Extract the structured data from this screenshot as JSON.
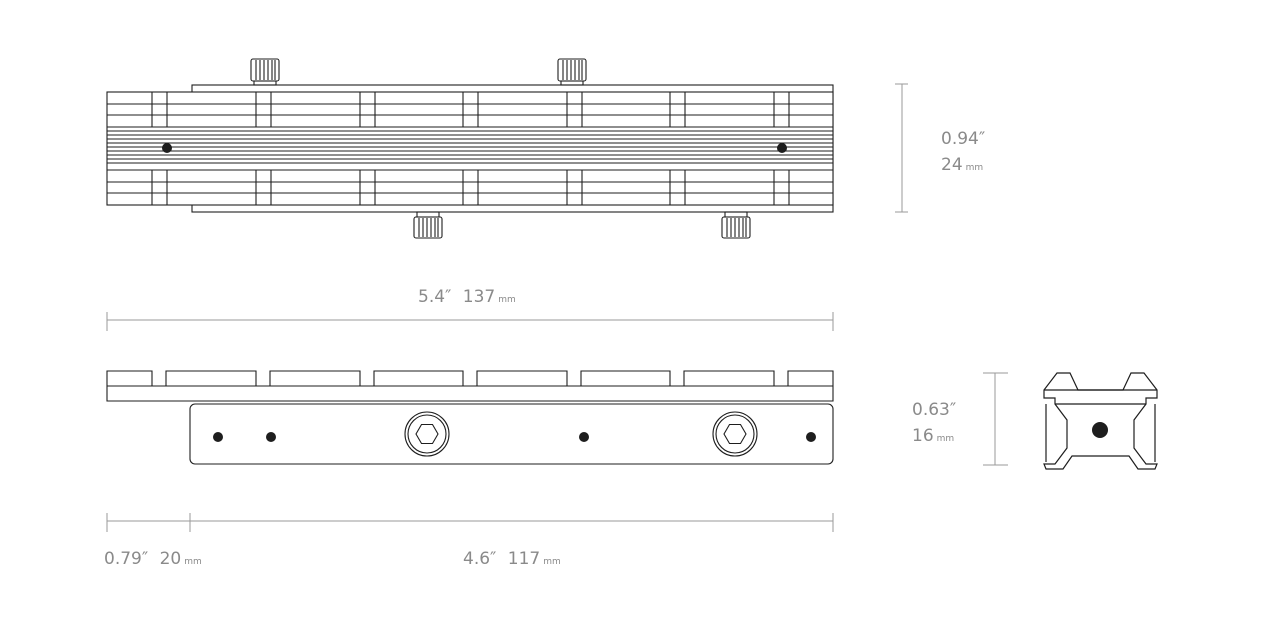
{
  "dimensions": {
    "height_top": {
      "inch": "0.94″",
      "mm": "24",
      "unit": "mm"
    },
    "length_total": {
      "inch": "5.4″",
      "mm": "137",
      "unit": "mm"
    },
    "height_side": {
      "inch": "0.63″",
      "mm": "16",
      "unit": "mm"
    },
    "offset": {
      "inch": "0.79″",
      "mm": "20",
      "unit": "mm"
    },
    "length_base": {
      "inch": "4.6″",
      "mm": "117",
      "unit": "mm"
    }
  },
  "colors": {
    "ink": "#1e1e1e",
    "dimension": "#9a9a9a",
    "label": "#8a8a8a"
  }
}
